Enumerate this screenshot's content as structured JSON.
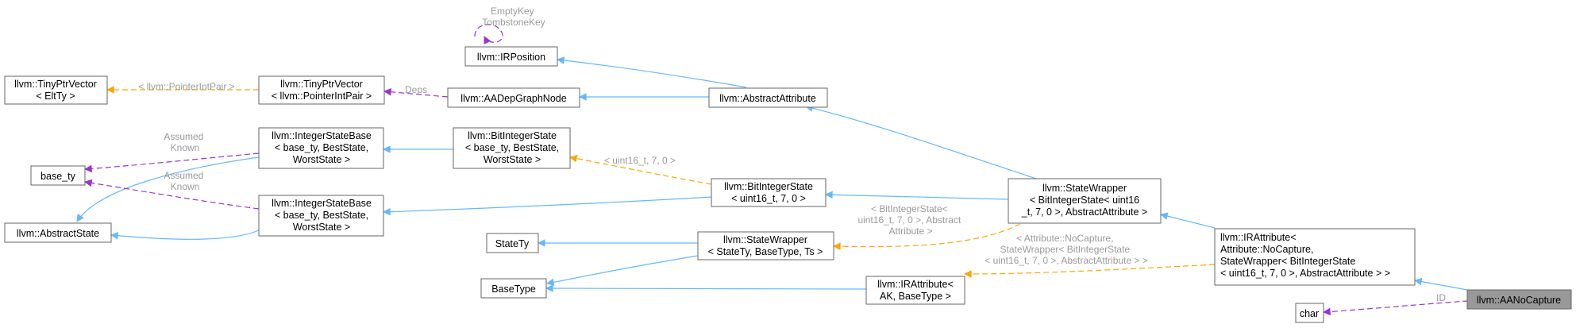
{
  "diagram": {
    "nodes": {
      "tinyptrvector_eltty": [
        "llvm::TinyPtrVector",
        "< EltTy >"
      ],
      "tinyptrvector_pip": [
        "llvm::TinyPtrVector",
        "< llvm::PointerIntPair >"
      ],
      "irposition": [
        "llvm::IRPosition"
      ],
      "aadepgraphnode": [
        "llvm::AADepGraphNode"
      ],
      "abstractattribute": [
        "llvm::AbstractAttribute"
      ],
      "base_ty": [
        "base_ty"
      ],
      "abstractstate": [
        "llvm::AbstractState"
      ],
      "integerstatebase_1": [
        "llvm::IntegerStateBase",
        "< base_ty, BestState,",
        "WorstState >"
      ],
      "integerstatebase_2": [
        "llvm::IntegerStateBase",
        "< base_ty, BestState,",
        "WorstState >"
      ],
      "bitintegerstate_1": [
        "llvm::BitIntegerState",
        "< base_ty, BestState,",
        "WorstState >"
      ],
      "bitintegerstate_2": [
        "llvm::BitIntegerState",
        "< uint16_t, 7, 0 >"
      ],
      "statewrapper_1": [
        "llvm::StateWrapper",
        "< BitIntegerState< uint16",
        "_t, 7, 0 >, AbstractAttribute >"
      ],
      "statety": [
        "StateTy"
      ],
      "basetype": [
        "BaseType"
      ],
      "statewrapper_2": [
        "llvm::StateWrapper",
        "< StateTy, BaseType, Ts >"
      ],
      "irattribute_1": [
        "llvm::IRAttribute<",
        "AK, BaseType >"
      ],
      "irattribute_2": [
        "llvm::IRAttribute<",
        "Attribute::NoCapture,",
        "StateWrapper< BitIntegerState",
        "< uint16_t, 7, 0 >, AbstractAttribute > >"
      ],
      "char": [
        "char"
      ],
      "aanocapture": [
        "llvm::AANoCapture"
      ]
    },
    "edge_labels": {
      "self_loop": [
        "EmptyKey",
        "TombstoneKey"
      ],
      "tpv_template": [
        "< llvm::PointerIntPair >"
      ],
      "deps": [
        "Deps"
      ],
      "assumed_known_1": [
        "Assumed",
        "Known"
      ],
      "assumed_known_2": [
        "Assumed",
        "Known"
      ],
      "bis_template": [
        "< uint16_t, 7, 0 >"
      ],
      "sw_template": [
        "< BitIntegerState<",
        "uint16_t, 7, 0 >, Abstract",
        "Attribute >"
      ],
      "ira_template": [
        "< Attribute::NoCapture,",
        "StateWrapper< BitIntegerState",
        "< uint16_t, 7, 0 >, AbstractAttribute > >"
      ],
      "id": [
        "ID"
      ]
    },
    "colors": {
      "inheritance": "#63b8ff",
      "template": "#ffa500",
      "usage": "#9a32cd",
      "node_border": "#666666",
      "highlight_fill": "#999999",
      "edge_label": "#9a9a9a"
    }
  }
}
